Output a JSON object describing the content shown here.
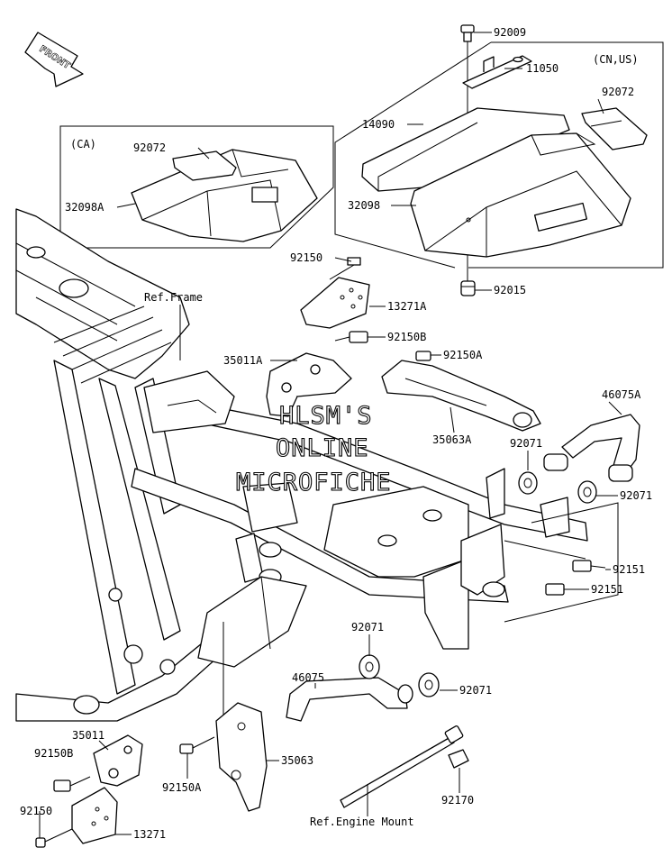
{
  "front_label": "FRONT",
  "watermark": [
    "HLSM'S",
    "ONLINE",
    "MICROFICHE"
  ],
  "boxes": {
    "ca": "(CA)",
    "cnus": "(CN,US)"
  },
  "parts": {
    "p92009": "92009",
    "p11050": "11050",
    "p92072_us": "92072",
    "p14090": "14090",
    "p32098": "32098",
    "p92015": "92015",
    "p92072_ca": "92072",
    "p32098A": "32098A",
    "p92150_top": "92150",
    "p13271A": "13271A",
    "p92150B_top": "92150B",
    "p35011A": "35011A",
    "p92150A_top": "92150A",
    "p46075A": "46075A",
    "p35063A": "35063A",
    "p92071_a": "92071",
    "p92071_b": "92071",
    "p92151_a": "92151",
    "p92151_b": "92151",
    "p92071_c": "92071",
    "p46075": "46075",
    "p92071_d": "92071",
    "p35011": "35011",
    "p92150B_bot": "92150B",
    "p35063": "35063",
    "p92150A_bot": "92150A",
    "p92170": "92170",
    "p92150_bot": "92150",
    "p13271": "13271"
  },
  "refs": {
    "frame": "Ref.Frame",
    "engine_mount": "Ref.Engine Mount"
  }
}
